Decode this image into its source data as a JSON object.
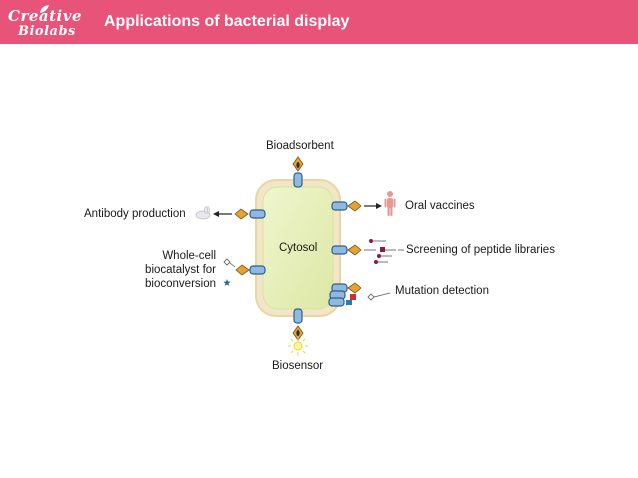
{
  "header": {
    "title": "Applications of bacterial display",
    "logo_line1": "Creative",
    "logo_line2": "Biolabs",
    "color": "#e8537a"
  },
  "diagram": {
    "center_label": "Cytosol",
    "labels": {
      "top": "Bioadsorbent",
      "left_top": "Antibody production",
      "left_bottom_1": "Whole-cell",
      "left_bottom_2": "biocatalyst for",
      "left_bottom_3": "bioconversion",
      "right_top": "Oral vaccines",
      "right_middle": "Screening of peptide libraries",
      "right_bottom": "Mutation detection",
      "bottom": "Biosensor"
    },
    "colors": {
      "cell_fill": "#e4eeb5",
      "cell_border": "#efdcb0",
      "anchor_fill": "#8fb9de",
      "anchor_stroke": "#2f5f8f",
      "passenger": "#e3a233",
      "human": "#e59a96",
      "peptide": "#8b1c3a",
      "mutation_red": "#d12c3d",
      "mutation_blue": "#1e7fb8"
    }
  }
}
